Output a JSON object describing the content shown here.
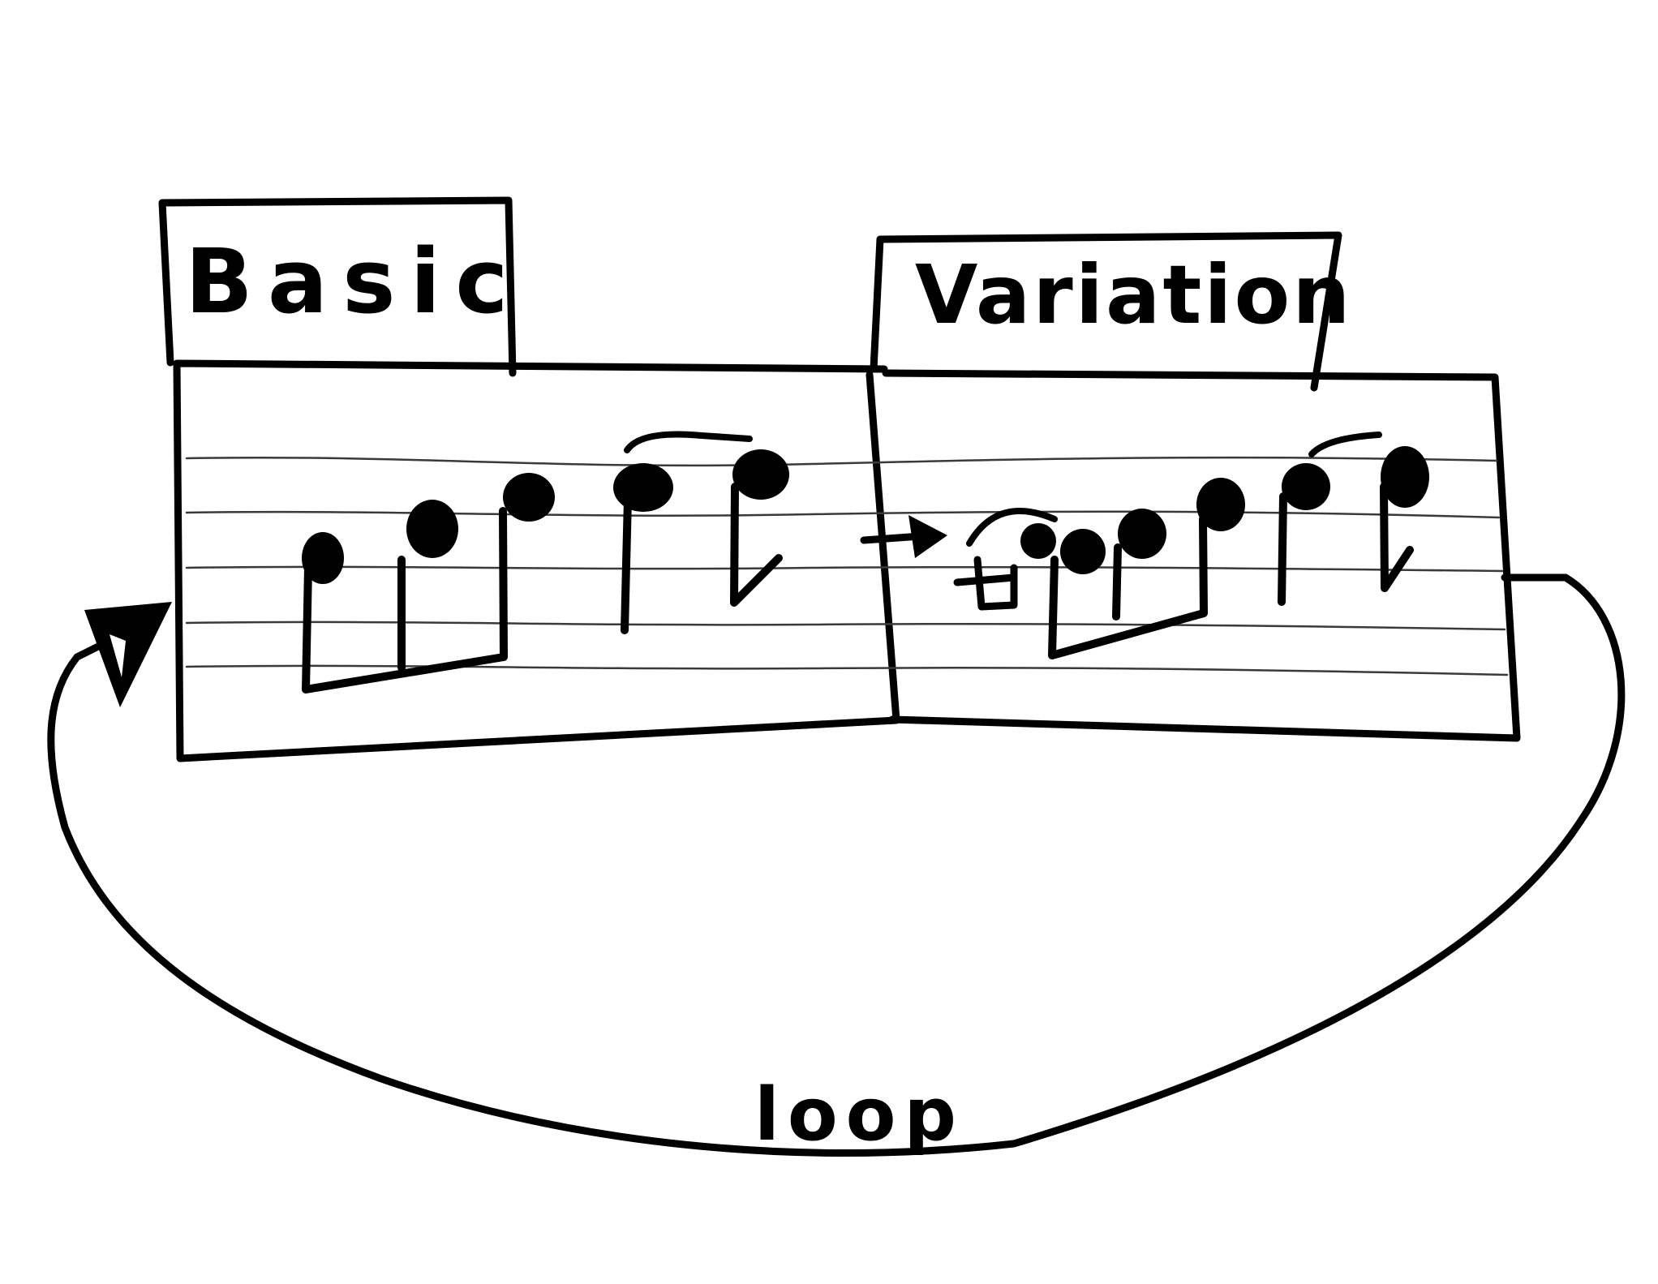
{
  "labels": {
    "basic": "Basic",
    "variation": "Variation",
    "loop": "loop"
  },
  "colors": {
    "ink": "#000000",
    "paper": "#ffffff"
  }
}
